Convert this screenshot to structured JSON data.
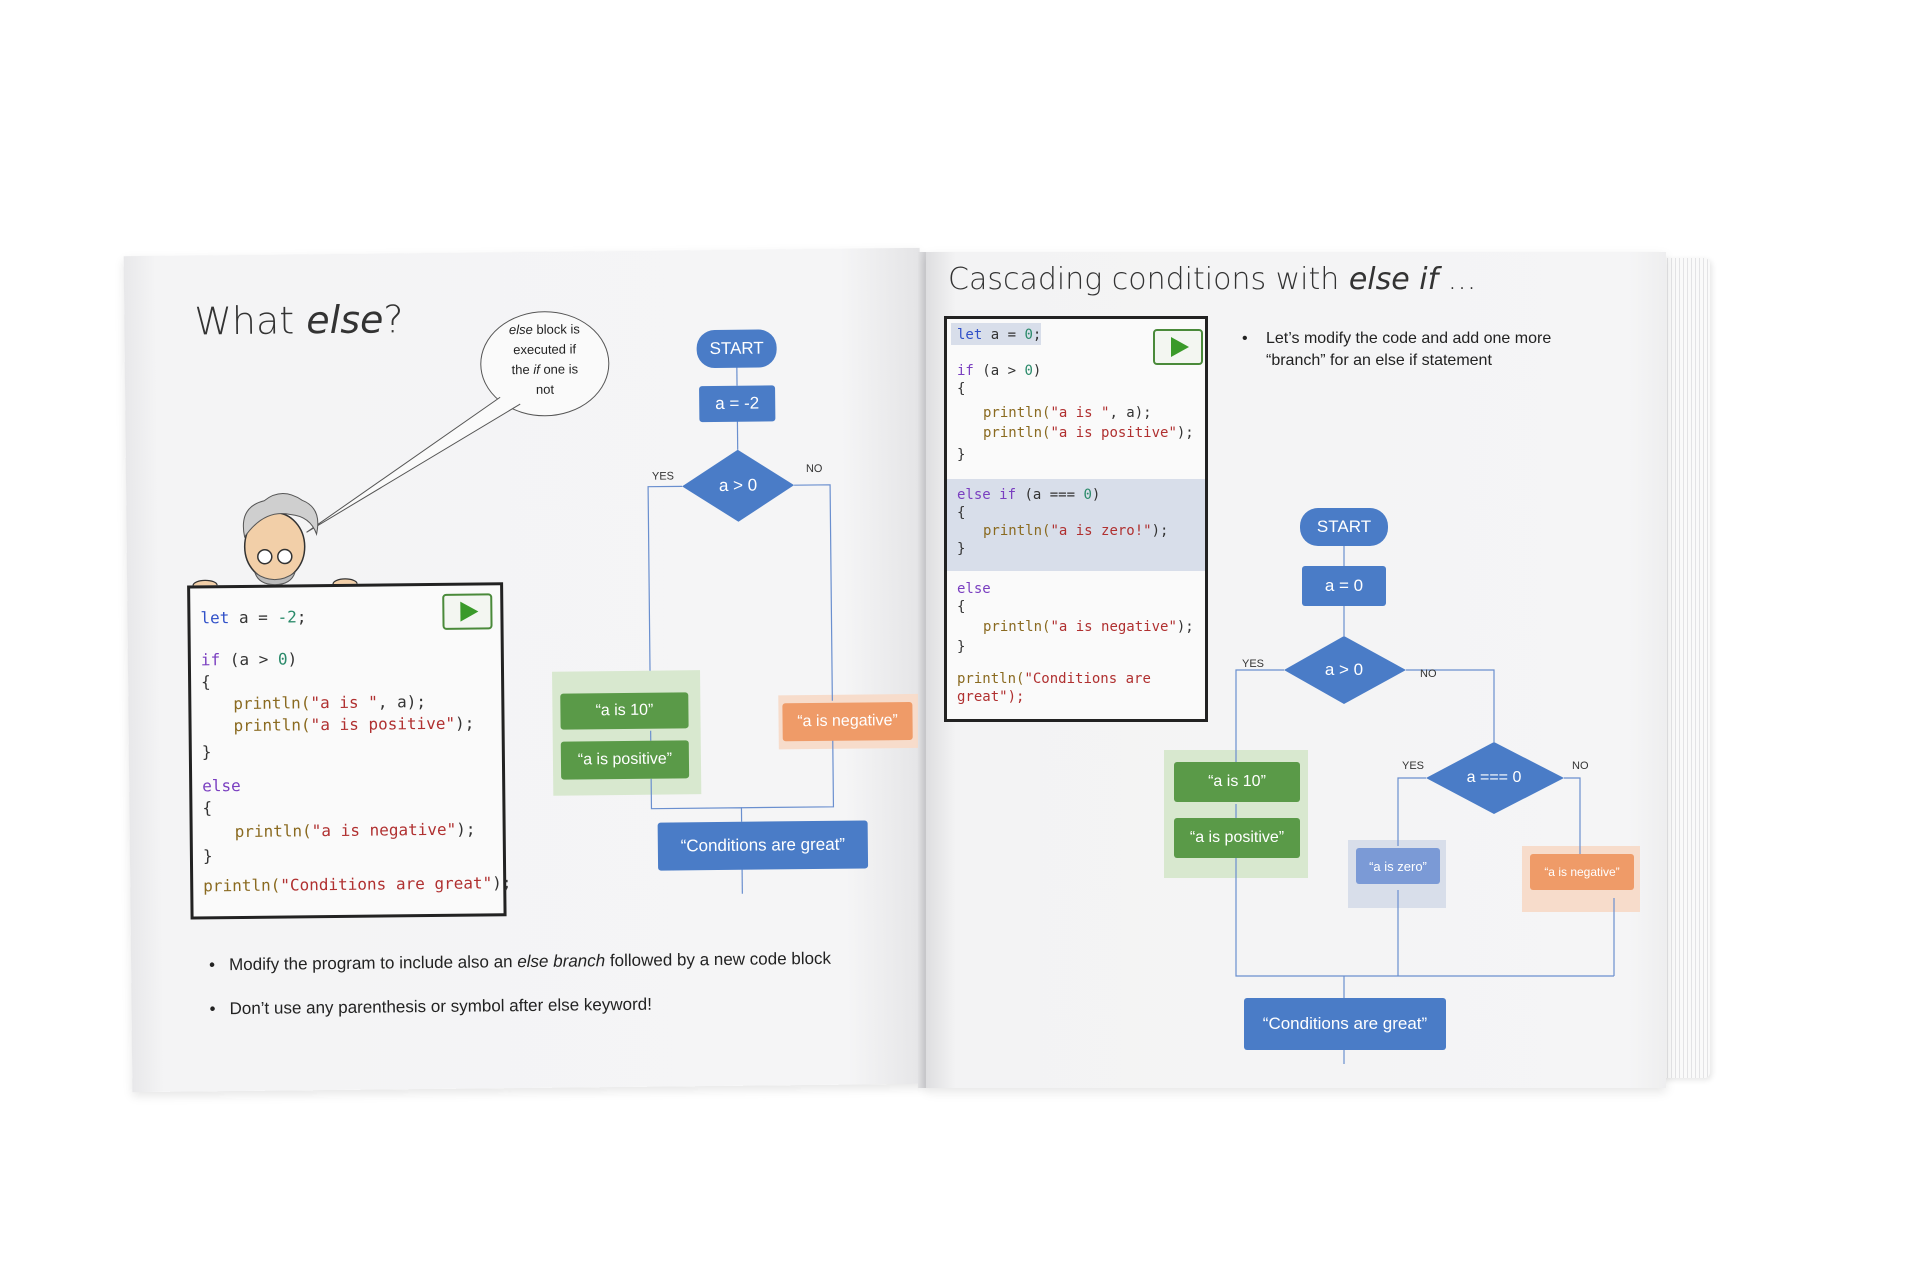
{
  "left_page": {
    "title_prefix": "What ",
    "title_em": "else",
    "title_suffix": "?",
    "bubble": {
      "em": "else",
      "line1": " block is",
      "line2": "executed if",
      "line3a": "the ",
      "line3em": "if",
      "line3b": " one is",
      "line4": "not"
    },
    "code": {
      "l1a": "let",
      "l1b": " a = ",
      "l1c": "-2",
      "l1d": ";",
      "l2a": "if",
      "l2b": " (a > ",
      "l2c": "0",
      "l2d": ")",
      "l3": "{",
      "l4a": "println(",
      "l4b": "\"a is \"",
      "l4c": ", a);",
      "l5a": "println(",
      "l5b": "\"a is positive\"",
      "l5c": ");",
      "l6": "}",
      "l7": "else",
      "l8": "{",
      "l9a": "println(",
      "l9b": "\"a is negative\"",
      "l9c": ");",
      "l10": "}",
      "l11a": "println(",
      "l11b": "\"Conditions are great\"",
      "l11c": ");"
    },
    "flow": {
      "start": "START",
      "assign": "a = -2",
      "cond": "a > 0",
      "yes": "YES",
      "no": "NO",
      "yes1": "“a is 10”",
      "yes2": "“a is positive”",
      "no1": "“a is negative”",
      "end": "“Conditions are great”"
    },
    "bullets": {
      "b1a": "Modify the program to include also an ",
      "b1em": "else branch",
      "b1b": " followed by a new code block",
      "b2": "Don’t use any parenthesis or symbol after else keyword!"
    }
  },
  "right_page": {
    "title_prefix": "Cascading conditions with ",
    "title_em": "else if",
    "title_suffix": " ...",
    "bullet_line1": "Let’s modify the code and add one more",
    "bullet_line2": "“branch” for an else if statement",
    "code": {
      "l1a": "let",
      "l1b": " a = ",
      "l1c": "0",
      "l1d": ";",
      "l2a": "if",
      "l2b": " (a > ",
      "l2c": "0",
      "l2d": ")",
      "l3": "{",
      "l4a": "println(",
      "l4b": "\"a is \"",
      "l4c": ", a);",
      "l5a": "println(",
      "l5b": "\"a is positive\"",
      "l5c": ");",
      "l6": "}",
      "l7a": "else if",
      "l7b": " (a === ",
      "l7c": "0",
      "l7d": ")",
      "l8": "{",
      "l9a": "println(",
      "l9b": "\"a is zero!\"",
      "l9c": ");",
      "l10": "}",
      "l11": "else",
      "l12": "{",
      "l13a": "println(",
      "l13b": "\"a is negative\"",
      "l13c": ");",
      "l14": "}",
      "l15a": "println(",
      "l15b": "\"Conditions are",
      "l16": "great\");"
    },
    "flow": {
      "start": "START",
      "assign": "a = 0",
      "cond1": "a > 0",
      "cond2": "a === 0",
      "yes": "YES",
      "no": "NO",
      "yes1": "“a is 10”",
      "yes2": "“a is positive”",
      "zero": "“a is zero”",
      "neg": "“a is negative”",
      "end": "“Conditions are great”"
    }
  }
}
